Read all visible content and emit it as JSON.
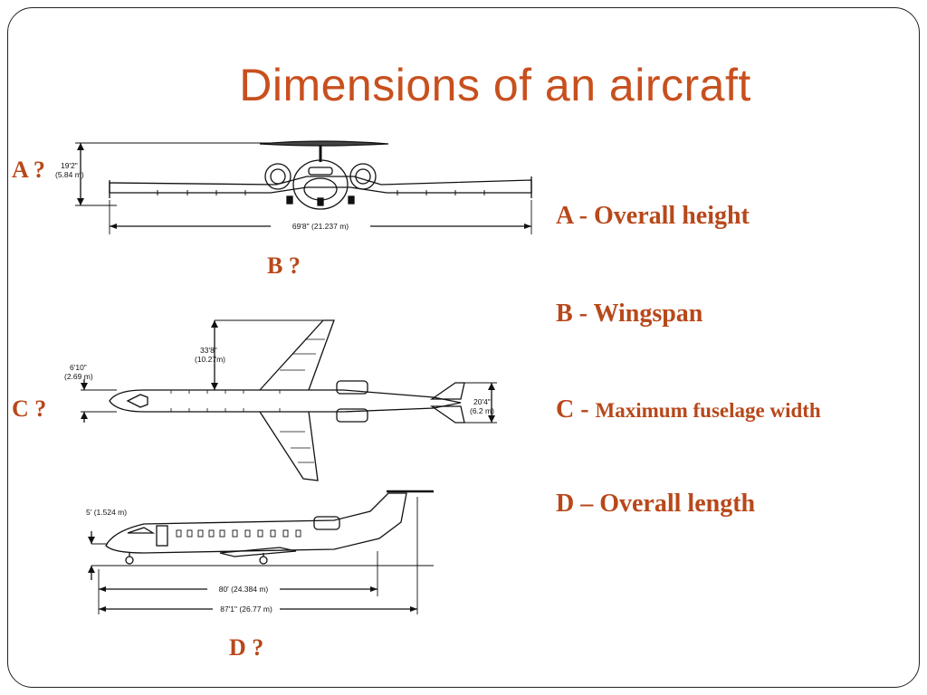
{
  "title": "Dimensions of an aircraft",
  "question_labels": {
    "a": "A ?",
    "b": "B ?",
    "c": "C ?",
    "d": "D  ?"
  },
  "definitions": {
    "a": "A - Overall height",
    "b": "B - Wingspan",
    "c_prefix": "C - ",
    "c_text": "Maximum fuselage width",
    "d": "D – Overall length"
  },
  "front_view": {
    "height_ft": "19'2\"",
    "height_m": "(5.84 m)",
    "span": "69'8\" (21.237 m)"
  },
  "top_view": {
    "wing_dim_ft": "33'8\"",
    "wing_dim_m": "(10.27m)",
    "fuselage_ft": "6'10\"",
    "fuselage_m": "(2.69 m)",
    "tail_ft": "20'4\"",
    "tail_m": "(6.2 m)"
  },
  "side_view": {
    "ground_clearance": "5' (1.524 m)",
    "length_inner": "80' (24.384 m)",
    "length_overall": "87'1\" (26.77 m)"
  },
  "colors": {
    "title": "#c8501e",
    "labels": "#b8481a",
    "border": "#222222",
    "line": "#111111"
  }
}
